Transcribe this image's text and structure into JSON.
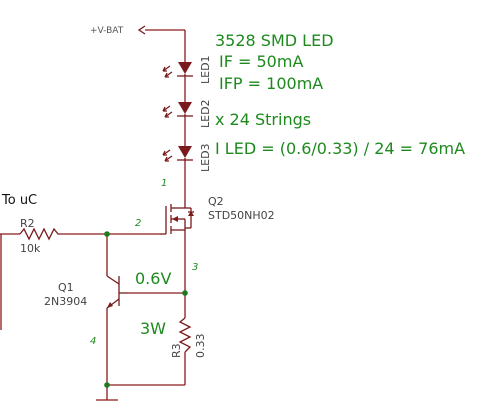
{
  "notes": {
    "led_type": "3528 SMD LED",
    "if": "IF = 50mA",
    "ifp": "IFP = 100mA",
    "strings": "x 24 Strings",
    "i_led": "I LED = (0.6/0.33) / 24 = 76mA",
    "vbe": "0.6V",
    "power": "3W"
  },
  "net_labels": {
    "vbat": "+V-BAT",
    "to_uc": "To uC"
  },
  "components": {
    "led1": {
      "ref": "LED1"
    },
    "led2": {
      "ref": "LED2"
    },
    "led3": {
      "ref": "LED3"
    },
    "q2": {
      "ref": "Q2",
      "value": "STD50NH02"
    },
    "r2": {
      "ref": "R2",
      "value": "10k"
    },
    "q1": {
      "ref": "Q1",
      "value": "2N3904"
    },
    "r3": {
      "ref": "R3",
      "value": "0.33"
    }
  },
  "node_numbers": [
    "1",
    "2",
    "3",
    "4"
  ],
  "colors": {
    "wire": "#8b1a1a",
    "annotation": "#1e8a1e",
    "junction": "#1e7a1e"
  }
}
